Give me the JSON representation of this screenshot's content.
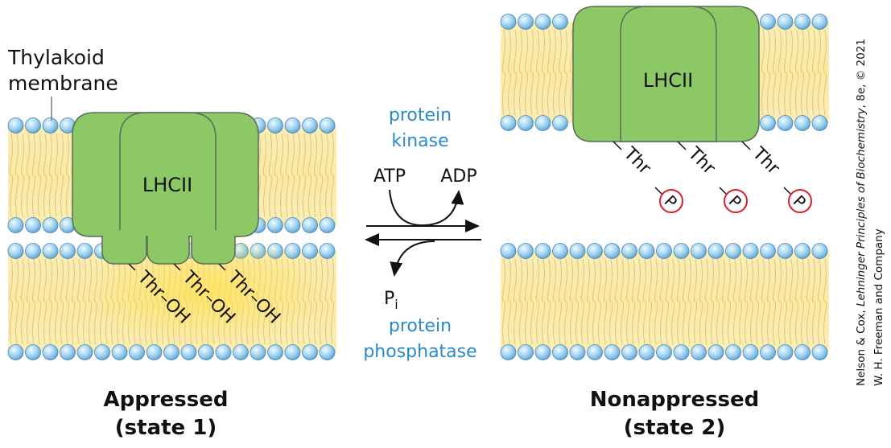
{
  "labels": {
    "thylakoid_line1": "Thylakoid",
    "thylakoid_line2": "membrane",
    "lhcii_left": "LHCII",
    "lhcii_right": "LHCII",
    "thr_oh": "Thr–OH",
    "thr": "Thr",
    "phospho": "P",
    "kinase_line1": "protein",
    "kinase_line2": "kinase",
    "atp": "ATP",
    "adp": "ADP",
    "pi_main": "P",
    "pi_sub": "i",
    "phosphatase_line1": "protein",
    "phosphatase_line2": "phosphatase",
    "state1_line1": "Appressed",
    "state1_line2": "(state 1)",
    "state2_line1": "Nonappressed",
    "state2_line2": "(state 2)"
  },
  "credit": {
    "line1_pre": "Nelson & Cox, ",
    "line1_italic": "Lehninger Principles of Biochemistry",
    "line1_post": ", 8e, © 2021",
    "line2": "W. H. Freeman and Company"
  },
  "colors": {
    "protein_fill": "#8cc866",
    "protein_stroke": "#5d6b58",
    "lipid_head": "#8ec9ee",
    "lipid_tail_bg": "#fbe9a6",
    "label_blue": "#2a8bc8",
    "phospho_ring": "#d6202a"
  }
}
